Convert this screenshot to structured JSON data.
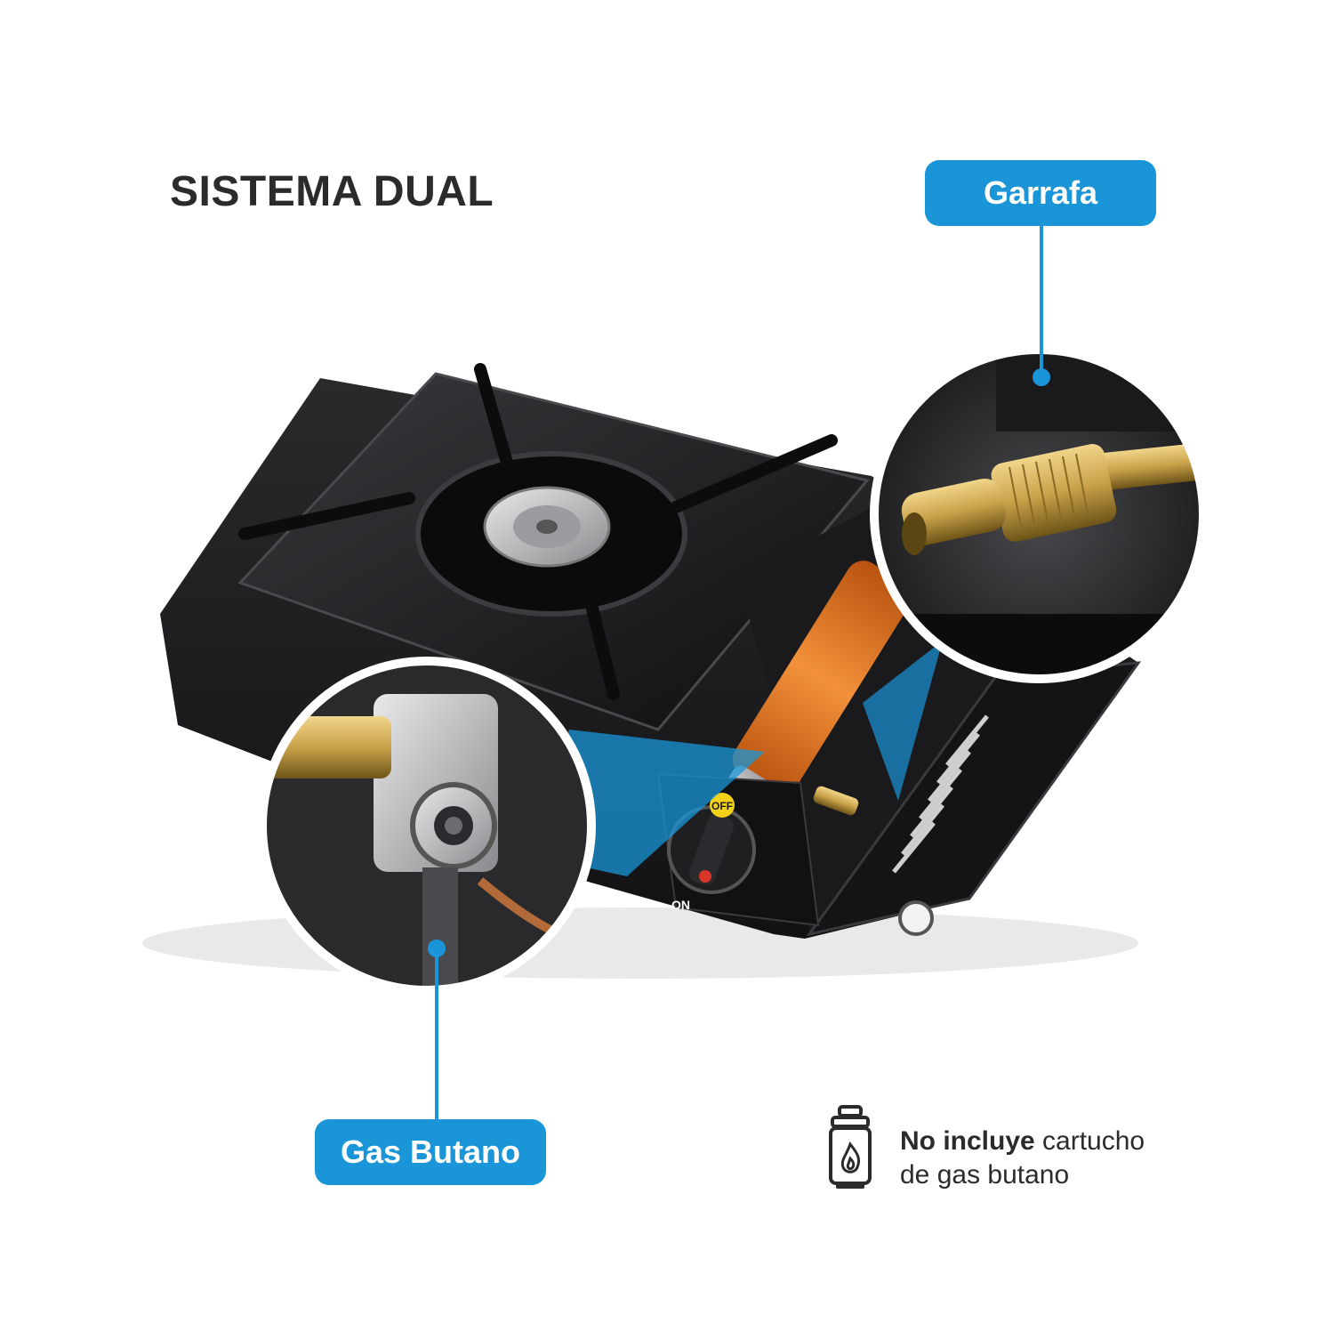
{
  "title": "SISTEMA DUAL",
  "callouts": {
    "garrafa": "Garrafa",
    "butano": "Gas Butano"
  },
  "note": {
    "bold": "No incluye",
    "rest_line1": " cartucho",
    "line2": "de gas butano"
  },
  "knob": {
    "off_label": "OFF",
    "on_label": "ON"
  },
  "colors": {
    "accent": "#1a95d8",
    "text": "#2b2b2b",
    "stove_body": "#1c1c1e",
    "cartridge": "#e8741e",
    "brass": "#c9a24a"
  },
  "icons": [
    "gas-cartridge-icon",
    "flame-icon"
  ]
}
